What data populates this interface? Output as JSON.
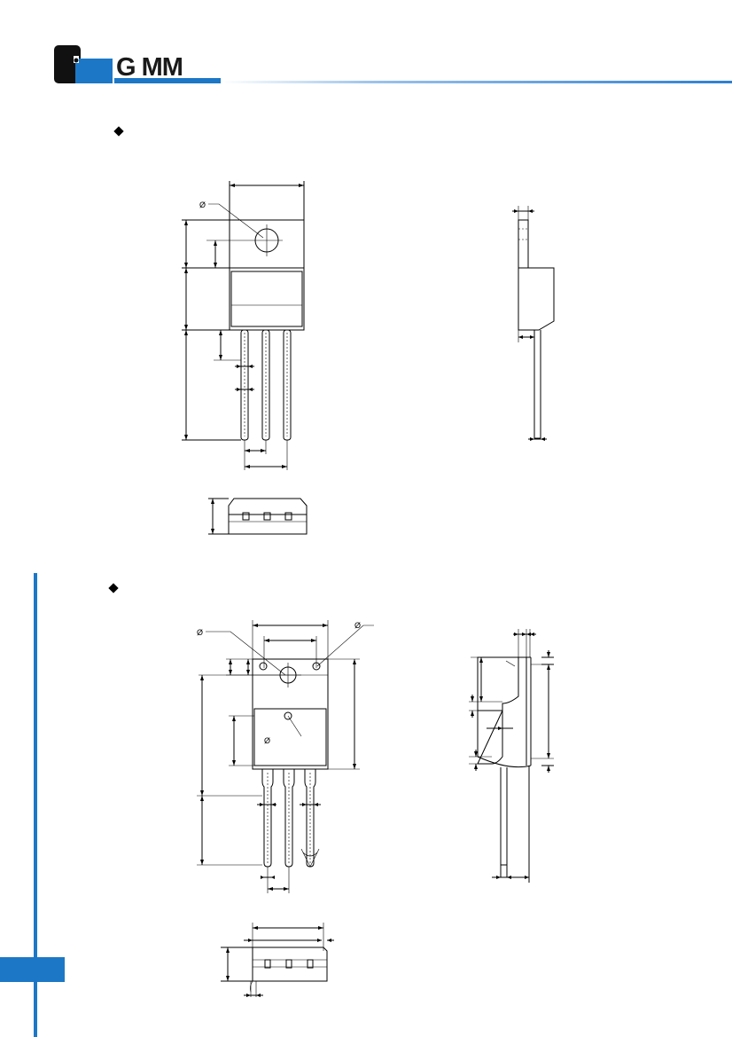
{
  "header": {
    "brand_text": "G  MM",
    "brand_color": "#1c78c6"
  },
  "sections": [
    {
      "bullet": "diamond",
      "labels": {
        "diameter_symbol": "Ø"
      }
    },
    {
      "bullet": "diamond",
      "labels": {
        "diameter_symbol_a": "Ø",
        "diameter_symbol_b": "Ø",
        "diameter_symbol_c": "Ø"
      }
    }
  ]
}
